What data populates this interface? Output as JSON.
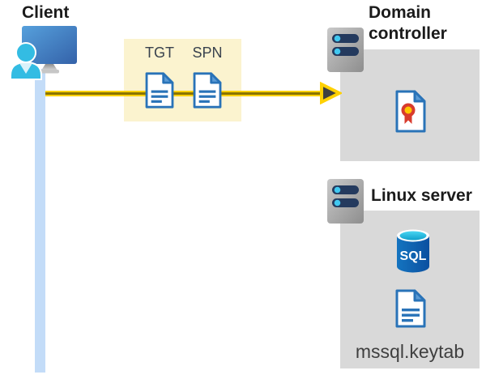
{
  "diagram": {
    "client": {
      "label": "Client"
    },
    "ticket_box": {
      "tgt_label": "TGT",
      "spn_label": "SPN"
    },
    "domain_controller": {
      "label": "Domain controller"
    },
    "linux_server": {
      "label": "Linux server",
      "keytab_label": "mssql.keytab"
    },
    "sql_icon_label": "SQL"
  },
  "colors": {
    "arrow_yellow": "#FFD103",
    "arrow_core_stripe": "#8A7400",
    "arrowhead_fill": "#3F4041",
    "ticket_box_bg": "#FBF3CF",
    "server_box_bg": "#D9D9D9",
    "client_lifeline_blue": "#C3DCF8",
    "doc_outline_blue": "#2973B8",
    "doc_fold_blue": "#5B9BD5",
    "monitor_blue_start": "#56A0DC",
    "monitor_blue_end": "#3462A9",
    "person_cyan": "#33BCE3",
    "server_body_gray_start": "#C9C9C9",
    "server_body_gray_end": "#8E8E8E",
    "server_bar_navy": "#243A5E",
    "server_dot_cyan": "#41C8F0",
    "sql_body_blue_start": "#1474C0",
    "sql_body_blue_end": "#0B50A0",
    "sql_top_cyan_start": "#49D6F2",
    "sql_top_cyan_end": "#0FA0CC",
    "certificate_red": "#D83B2D",
    "certificate_gold": "#FFC600",
    "title_text": "#1B1B1B",
    "ticket_label_text": "#39424E",
    "keytab_text": "#3F3F3F"
  }
}
